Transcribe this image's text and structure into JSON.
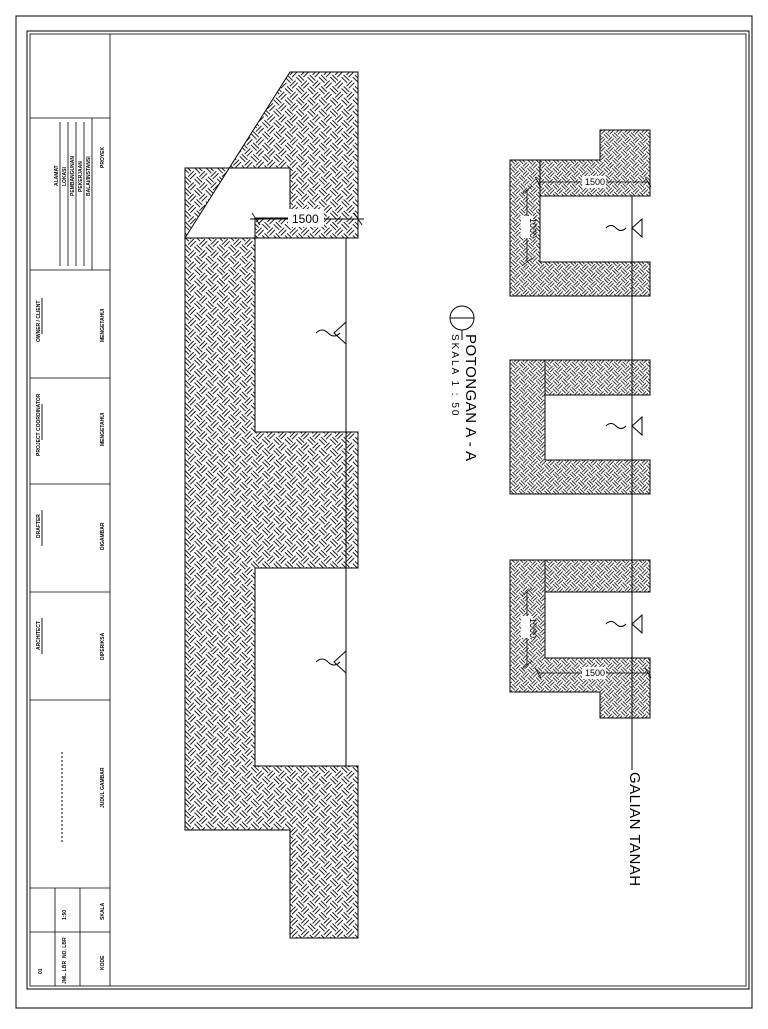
{
  "drawing": {
    "section_title": "POTONGAN A - A",
    "section_scale": "SKALA   1 : 50",
    "label_main": "GALIAN   TANAH",
    "dim_width_large": "1500",
    "dim_width_small_top": "1500",
    "dim_width_small_bottom": "1500",
    "dim_depth_top": "1000",
    "dim_depth_bottom": "1000"
  },
  "title_block": {
    "project_heading": "PROYEK",
    "project_lines": [
      "BALAI/INSTANSI",
      "PEKERJAAN",
      "PEMBANGUNAN",
      "LOKASI",
      "ALAMAT"
    ],
    "r2_head": "MENGETAHUI",
    "r2_role": "OWNER / CLIENT",
    "r3_head": "MENGETAHUI",
    "r3_role": "PROJECT COORDINATOR",
    "r4_head": "DIGAMBAR",
    "r4_role": "DRAFTER",
    "r5_head": "DIPERIKSA",
    "r5_role": "ARCHITECT",
    "r6_head": "JUDUL GAMBAR",
    "r7_head": "SKALA",
    "r7_val": "1:50",
    "r8_head": "KODE",
    "r8_a": "NO. LBR",
    "r8_b": "JML. LBR",
    "r8_c": "01"
  },
  "colors": {
    "line": "#000000",
    "paper": "#ffffff"
  }
}
